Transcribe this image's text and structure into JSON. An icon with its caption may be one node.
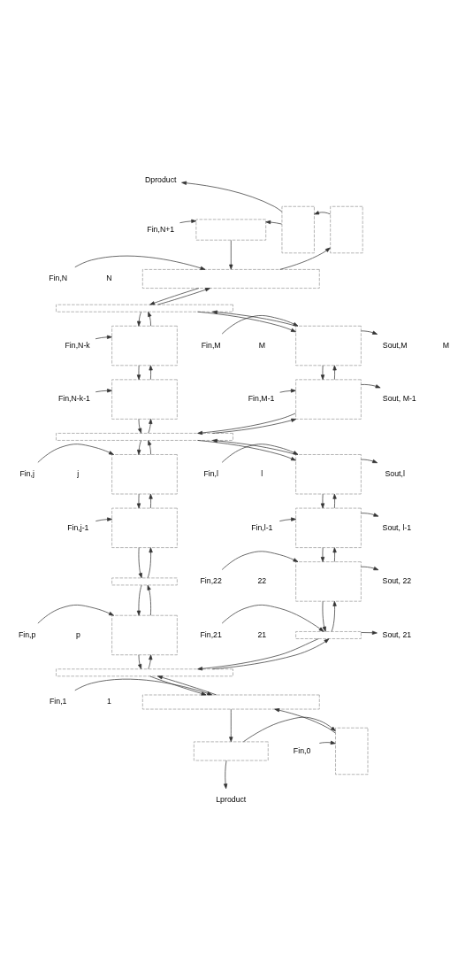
{
  "diagram": {
    "nodes": [
      {
        "text": [],
        "shape": "box"
      },
      {
        "text": [],
        "shape": "box"
      },
      {
        "text": [],
        "shape": "box"
      },
      {
        "text": [],
        "shape": "box"
      },
      {
        "text": [],
        "shape": "box"
      },
      {
        "text": [],
        "shape": "box"
      },
      {
        "text": [],
        "shape": "box"
      },
      {
        "text": [],
        "shape": "box"
      },
      {
        "text": [],
        "shape": "box"
      },
      {
        "text": [],
        "shape": "box"
      },
      {
        "text": [],
        "shape": "box"
      },
      {
        "text": [],
        "shape": "box"
      },
      {
        "text": [],
        "shape": "box"
      },
      {
        "text": [],
        "shape": "box"
      },
      {
        "text": [],
        "shape": "box"
      },
      {
        "text": [],
        "shape": "box"
      },
      {
        "text": [],
        "shape": "box"
      },
      {
        "text": [],
        "shape": "box"
      },
      {
        "text": [],
        "shape": "box"
      },
      {
        "text": [],
        "shape": "box"
      },
      {
        "text": [],
        "shape": "box"
      },
      {
        "text": [],
        "shape": "box"
      },
      {
        "text": [
          "Dproduct"
        ]
      },
      {
        "text": [
          "Fin,N+1"
        ]
      },
      {
        "text": [
          "Fin,N"
        ]
      },
      {
        "text": [
          "Fin,N-k"
        ]
      },
      {
        "text": [
          "Fin,M"
        ]
      },
      {
        "text": [
          "Sout,M"
        ]
      },
      {
        "text": [
          "Fin,N-k-1"
        ]
      },
      {
        "text": [
          "Fin,M-1"
        ]
      },
      {
        "text": [
          "Sout, M-1"
        ]
      },
      {
        "text": [
          "Fin,j"
        ]
      },
      {
        "text": [
          "Fin,l"
        ]
      },
      {
        "text": [
          "Sout,l"
        ]
      },
      {
        "text": [
          "Fin,j-1"
        ]
      },
      {
        "text": [
          "Fin,l-1"
        ]
      },
      {
        "text": [
          "Sout, l-1"
        ]
      },
      {
        "text": [
          "Fin,22"
        ]
      },
      {
        "text": [
          "Sout, 22"
        ]
      },
      {
        "text": [
          "Fin,p"
        ]
      },
      {
        "text": [
          "Fin,21"
        ]
      },
      {
        "text": [
          "Sout, 21"
        ]
      },
      {
        "text": [
          "Fin,1"
        ]
      },
      {
        "text": [
          "Lproduct"
        ]
      },
      {
        "text": [
          "Fin,0"
        ]
      }
    ],
    "edges": [
      {
        "from": 2,
        "to": 1,
        "arrow": "to"
      },
      {
        "from": 1,
        "to": 0,
        "arrow": "to"
      },
      {
        "from": 1,
        "to": 22,
        "arrow": "to"
      },
      {
        "from": 23,
        "to": 0,
        "arrow": "to"
      },
      {
        "from": 0,
        "to": 3,
        "arrow": "to"
      },
      {
        "from": 3,
        "to": 2,
        "arrow": "to"
      },
      {
        "from": 24,
        "to": 3,
        "arrow": "to"
      },
      {
        "from": 3,
        "to": 4,
        "arrow": "to"
      },
      {
        "from": 4,
        "to": 3,
        "arrow": "to"
      },
      {
        "from": 4,
        "to": 5,
        "arrow": "to"
      },
      {
        "from": 5,
        "to": 4,
        "arrow": "to"
      },
      {
        "from": 4,
        "to": 6,
        "arrow": "to"
      },
      {
        "from": 6,
        "to": 4,
        "arrow": "to"
      },
      {
        "from": 25,
        "to": 5,
        "arrow": "to"
      },
      {
        "from": 26,
        "to": 6,
        "arrow": "to"
      },
      {
        "from": 6,
        "to": 27,
        "arrow": "to"
      },
      {
        "from": 5,
        "to": 7,
        "arrow": "to"
      },
      {
        "from": 7,
        "to": 5,
        "arrow": "to"
      },
      {
        "from": 6,
        "to": 8,
        "arrow": "to"
      },
      {
        "from": 8,
        "to": 6,
        "arrow": "to"
      },
      {
        "from": 28,
        "to": 7,
        "arrow": "to"
      },
      {
        "from": 29,
        "to": 8,
        "arrow": "to"
      },
      {
        "from": 8,
        "to": 30,
        "arrow": "to"
      },
      {
        "from": 7,
        "to": 9,
        "arrow": "to"
      },
      {
        "from": 9,
        "to": 7,
        "arrow": "to"
      },
      {
        "from": 8,
        "to": 9,
        "arrow": "to"
      },
      {
        "from": 9,
        "to": 8,
        "arrow": "to"
      },
      {
        "from": 9,
        "to": 10,
        "arrow": "to"
      },
      {
        "from": 10,
        "to": 9,
        "arrow": "to"
      },
      {
        "from": 9,
        "to": 11,
        "arrow": "to"
      },
      {
        "from": 11,
        "to": 9,
        "arrow": "to"
      },
      {
        "from": 31,
        "to": 10,
        "arrow": "to"
      },
      {
        "from": 32,
        "to": 11,
        "arrow": "to"
      },
      {
        "from": 11,
        "to": 33,
        "arrow": "to"
      },
      {
        "from": 10,
        "to": 12,
        "arrow": "to"
      },
      {
        "from": 12,
        "to": 10,
        "arrow": "to"
      },
      {
        "from": 11,
        "to": 13,
        "arrow": "to"
      },
      {
        "from": 13,
        "to": 11,
        "arrow": "to"
      },
      {
        "from": 34,
        "to": 12,
        "arrow": "to"
      },
      {
        "from": 35,
        "to": 13,
        "arrow": "to"
      },
      {
        "from": 13,
        "to": 36,
        "arrow": "to"
      },
      {
        "from": 12,
        "to": 14,
        "arrow": "to"
      },
      {
        "from": 14,
        "to": 12,
        "arrow": "to"
      },
      {
        "from": 13,
        "to": 15,
        "arrow": "to"
      },
      {
        "from": 15,
        "to": 13,
        "arrow": "to"
      },
      {
        "from": 14,
        "to": 16,
        "arrow": "to"
      },
      {
        "from": 16,
        "to": 14,
        "arrow": "to"
      },
      {
        "from": 37,
        "to": 15,
        "arrow": "to"
      },
      {
        "from": 15,
        "to": 38,
        "arrow": "to"
      },
      {
        "from": 15,
        "to": 17,
        "arrow": "to"
      },
      {
        "from": 17,
        "to": 15,
        "arrow": "to"
      },
      {
        "from": 39,
        "to": 16,
        "arrow": "to"
      },
      {
        "from": 40,
        "to": 17,
        "arrow": "to"
      },
      {
        "from": 17,
        "to": 41,
        "arrow": "to"
      },
      {
        "from": 16,
        "to": 18,
        "arrow": "to"
      },
      {
        "from": 18,
        "to": 16,
        "arrow": "to"
      },
      {
        "from": 17,
        "to": 18,
        "arrow": "to"
      },
      {
        "from": 18,
        "to": 17,
        "arrow": "to"
      },
      {
        "from": 18,
        "to": 19,
        "arrow": "to"
      },
      {
        "from": 19,
        "to": 18,
        "arrow": "to"
      },
      {
        "from": 42,
        "to": 19,
        "arrow": "to"
      },
      {
        "from": 19,
        "to": 20,
        "arrow": "to"
      },
      {
        "from": 21,
        "to": 19,
        "arrow": "to"
      },
      {
        "from": 20,
        "to": 43,
        "arrow": "to"
      },
      {
        "from": 20,
        "to": 21,
        "arrow": "to"
      },
      {
        "from": 44,
        "to": 21,
        "arrow": "to"
      }
    ],
    "labels": [
      "N",
      "M",
      "M",
      "j",
      "l",
      "p",
      "22",
      "21",
      "1"
    ]
  }
}
